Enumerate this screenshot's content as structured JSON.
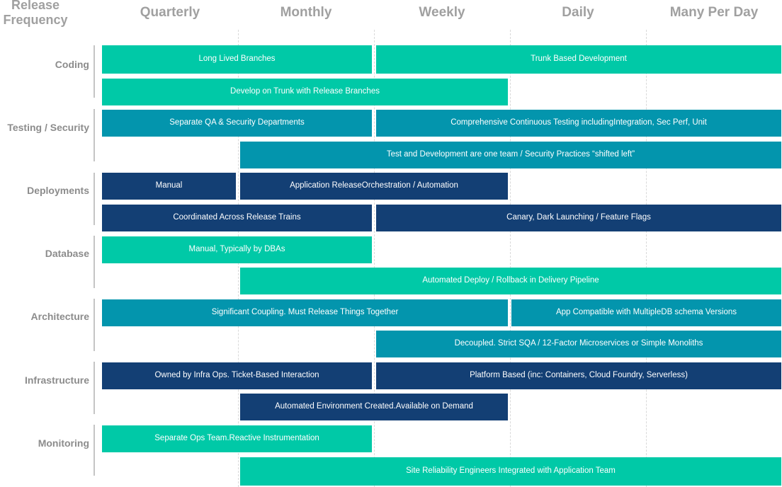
{
  "header": {
    "corner_line1": "Release",
    "corner_line2": "Frequency",
    "columns": [
      "Quarterly",
      "Monthly",
      "Weekly",
      "Daily",
      "Many Per Day"
    ]
  },
  "categories": [
    "Coding",
    "Testing / Security",
    "Deployments",
    "Database",
    "Architecture",
    "Infrastructure",
    "Monitoring"
  ],
  "colors": {
    "lime": "#00c9a7",
    "teal": "#0395ad",
    "navy": "#133f74",
    "label_gray": "#8c8c8c"
  },
  "bars": [
    {
      "lines": [
        "Long Lived Branches"
      ]
    },
    {
      "lines": [
        "Trunk Based Development"
      ]
    },
    {
      "lines": [
        "Develop on Trunk with Release Branches"
      ]
    },
    {
      "lines": [
        "Separate QA & Security Departments"
      ]
    },
    {
      "lines": [
        "Comprehensive Continuous Testing including",
        "Integration, Sec Perf, Unit"
      ]
    },
    {
      "lines": [
        "Test and Development are one team / Security Practices “shifted left”"
      ]
    },
    {
      "lines": [
        "Manual"
      ]
    },
    {
      "lines": [
        "Application Release",
        "Orchestration / Automation"
      ]
    },
    {
      "lines": [
        "Coordinated Across Release Trains"
      ]
    },
    {
      "lines": [
        "Canary, Dark Launching / Feature Flags"
      ]
    },
    {
      "lines": [
        "Manual, Typically by DBAs"
      ]
    },
    {
      "lines": [
        "Automated Deploy / Rollback in Delivery Pipeline"
      ]
    },
    {
      "lines": [
        "Significant Coupling. Must Release Things Together"
      ]
    },
    {
      "lines": [
        "App Compatible with Multiple",
        "DB schema Versions"
      ]
    },
    {
      "lines": [
        "Decoupled. Strict SQA / 12-Factor Microservices or Simple Monoliths"
      ]
    },
    {
      "lines": [
        "Owned by Infra Ops. Ticket-Based Interaction"
      ]
    },
    {
      "lines": [
        "Platform Based (inc: Containers, Cloud Foundry, Serverless)"
      ]
    },
    {
      "lines": [
        "Automated Environment Created.",
        "Available on Demand"
      ]
    },
    {
      "lines": [
        "Separate Ops Team.",
        "Reactive Instrumentation"
      ]
    },
    {
      "lines": [
        "Site Reliability Engineers Integrated with Application Team"
      ]
    }
  ]
}
